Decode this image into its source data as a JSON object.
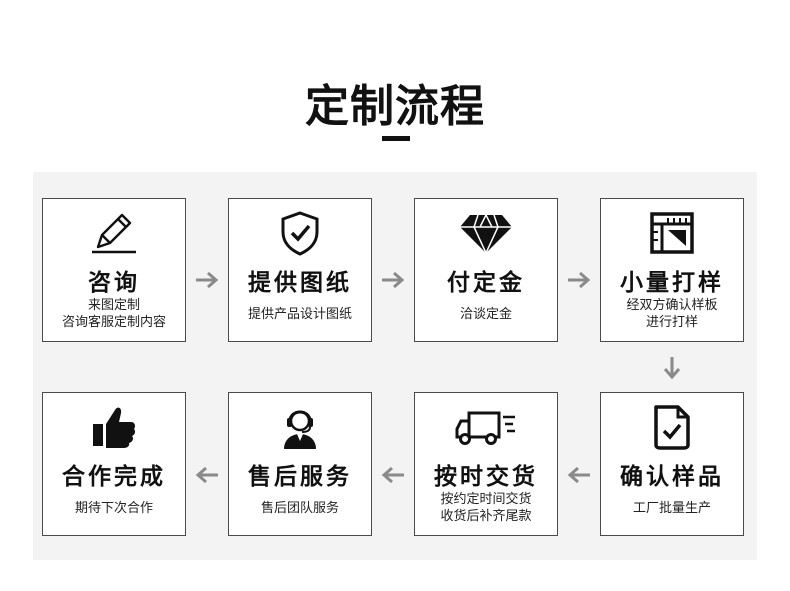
{
  "title": "定制流程",
  "steps": [
    {
      "name": "咨询",
      "desc": [
        "来图定制",
        "咨询客服定制内容"
      ],
      "icon": "pencil-icon"
    },
    {
      "name": "提供图纸",
      "desc": [
        "提供产品设计图纸"
      ],
      "icon": "shield-check-icon"
    },
    {
      "name": "付定金",
      "desc": [
        "洽谈定金"
      ],
      "icon": "diamond-icon"
    },
    {
      "name": "小量打样",
      "desc": [
        "经双方确认样板",
        "进行打样"
      ],
      "icon": "ruler-square-icon"
    },
    {
      "name": "确认样品",
      "desc": [
        "工厂批量生产"
      ],
      "icon": "document-check-icon"
    },
    {
      "name": "按时交货",
      "desc": [
        "按约定时间交货",
        "收货后补齐尾款"
      ],
      "icon": "delivery-truck-icon"
    },
    {
      "name": "售后服务",
      "desc": [
        "售后团队服务"
      ],
      "icon": "customer-service-icon"
    },
    {
      "name": "合作完成",
      "desc": [
        "期待下次合作"
      ],
      "icon": "thumbs-up-icon"
    }
  ],
  "colors": {
    "arrow": "#8a8a8a",
    "border": "#4a4a4a",
    "panel": "#f3f3f3",
    "text": "#111111"
  }
}
